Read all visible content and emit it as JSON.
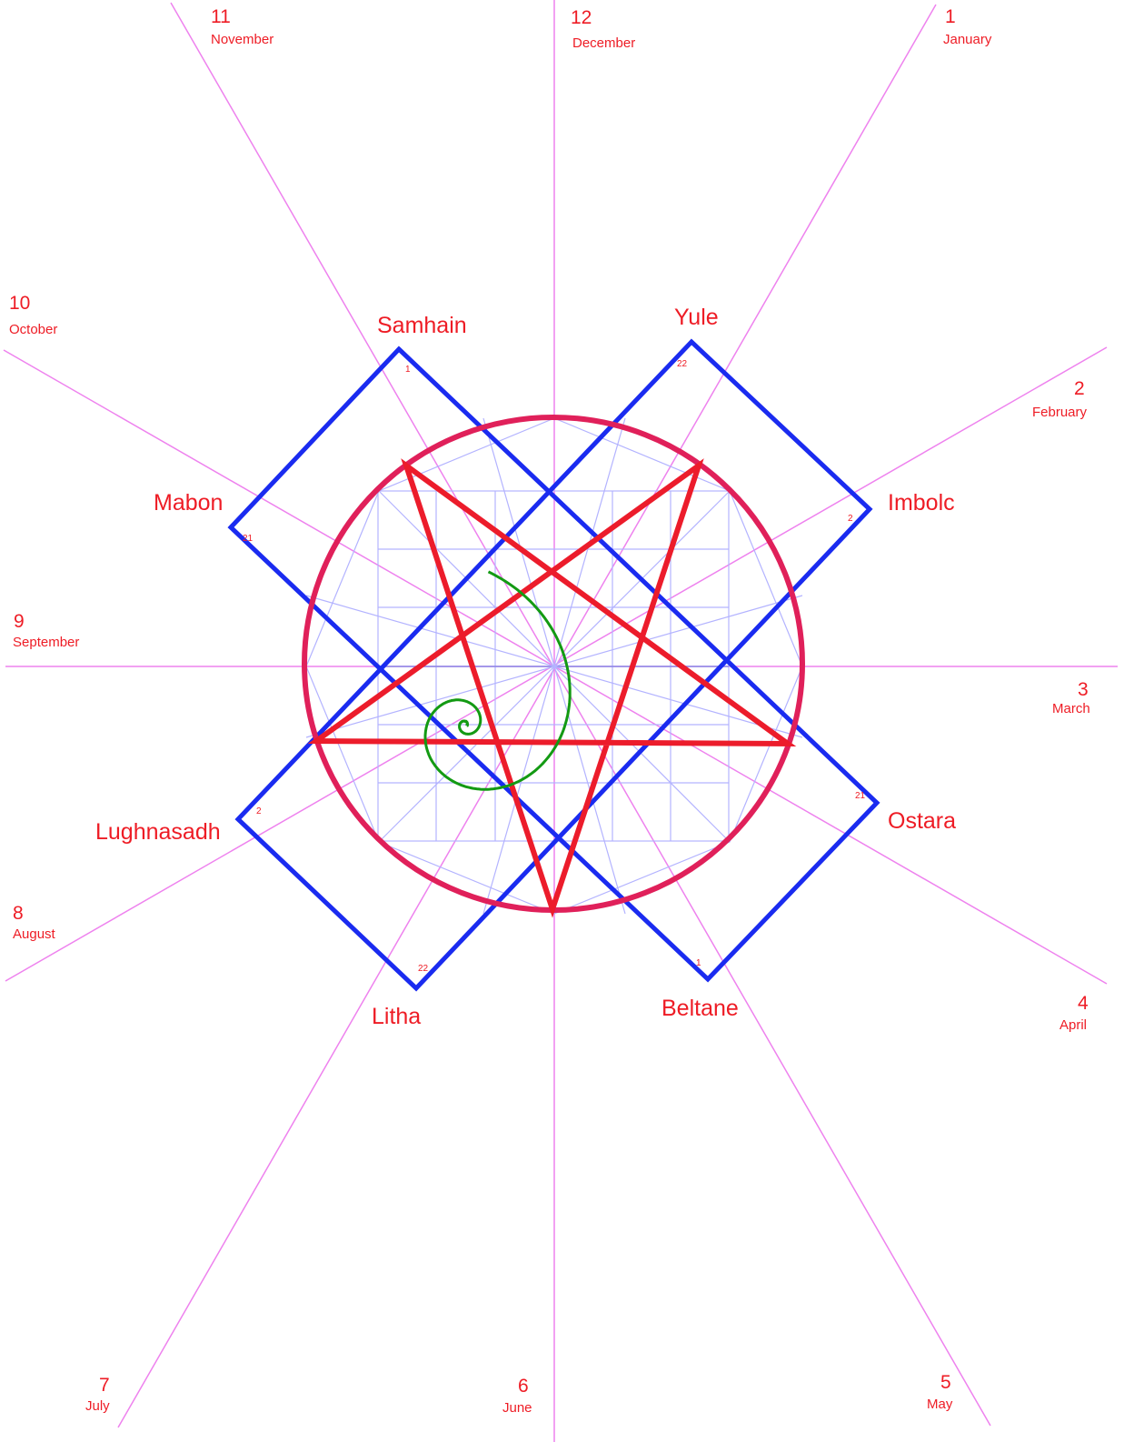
{
  "colors": {
    "ray": "#ee82ee",
    "grid": "#b3b3ff",
    "octagram": "#1a2bf0",
    "pentagram": "#ec1c2b",
    "circle": "#e0205a",
    "spiral": "#139a13",
    "text": "#ee1c25"
  },
  "months": [
    {
      "number": "1",
      "name": "January"
    },
    {
      "number": "2",
      "name": "February"
    },
    {
      "number": "3",
      "name": "March"
    },
    {
      "number": "4",
      "name": "April"
    },
    {
      "number": "5",
      "name": "May"
    },
    {
      "number": "6",
      "name": "June"
    },
    {
      "number": "7",
      "name": "July"
    },
    {
      "number": "8",
      "name": "August"
    },
    {
      "number": "9",
      "name": "September"
    },
    {
      "number": "10",
      "name": "October"
    },
    {
      "number": "11",
      "name": "November"
    },
    {
      "number": "12",
      "name": "December"
    }
  ],
  "sabbats": [
    {
      "name": "Samhain",
      "day": "1"
    },
    {
      "name": "Yule",
      "day": "22"
    },
    {
      "name": "Imbolc",
      "day": "2"
    },
    {
      "name": "Ostara",
      "day": "21"
    },
    {
      "name": "Beltane",
      "day": "1"
    },
    {
      "name": "Litha",
      "day": "22"
    },
    {
      "name": "Lughnasadh",
      "day": "2"
    },
    {
      "name": "Mabon",
      "day": "21"
    }
  ]
}
